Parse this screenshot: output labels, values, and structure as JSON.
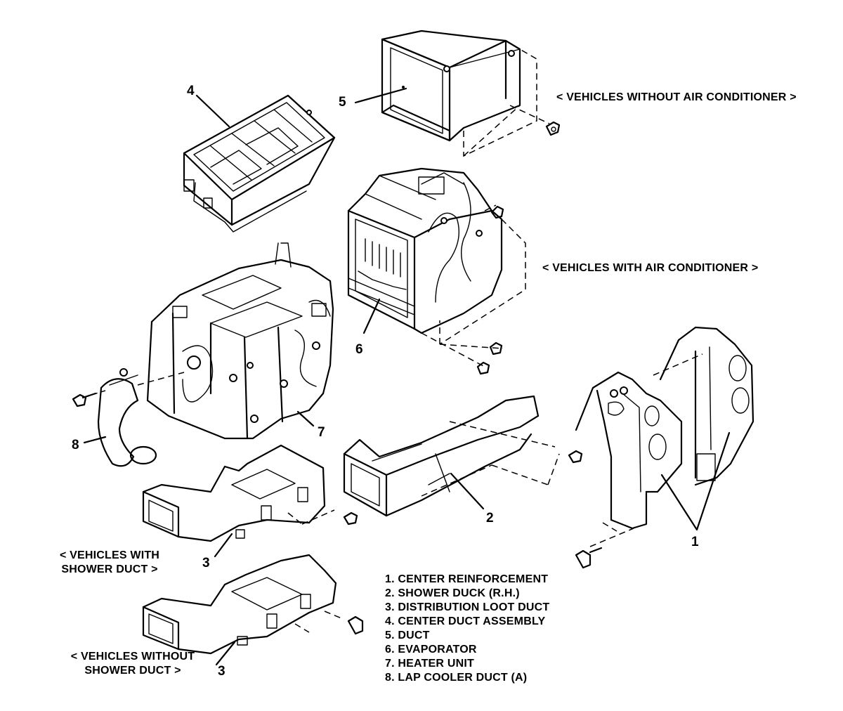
{
  "callouts": {
    "c1": "1",
    "c2": "2",
    "c3a": "3",
    "c3b": "3",
    "c4": "4",
    "c5": "5",
    "c6": "6",
    "c7": "7",
    "c8": "8"
  },
  "captions": {
    "without_ac": "< VEHICLES WITHOUT AIR CONDITIONER >",
    "with_ac": "< VEHICLES WITH AIR CONDITIONER >",
    "with_shower_line1": "< VEHICLES WITH",
    "with_shower_line2": "SHOWER DUCT >",
    "without_shower_line1": "< VEHICLES WITHOUT",
    "without_shower_line2": "SHOWER DUCT >"
  },
  "legend": [
    "1. CENTER REINFORCEMENT",
    "2. SHOWER DUCK (R.H.)",
    "3. DISTRIBUTION LOOT DUCT",
    "4. CENTER DUCT ASSEMBLY",
    "5. DUCT",
    "6. EVAPORATOR",
    "7. HEATER UNIT",
    "8. LAP COOLER DUCT (A)"
  ]
}
